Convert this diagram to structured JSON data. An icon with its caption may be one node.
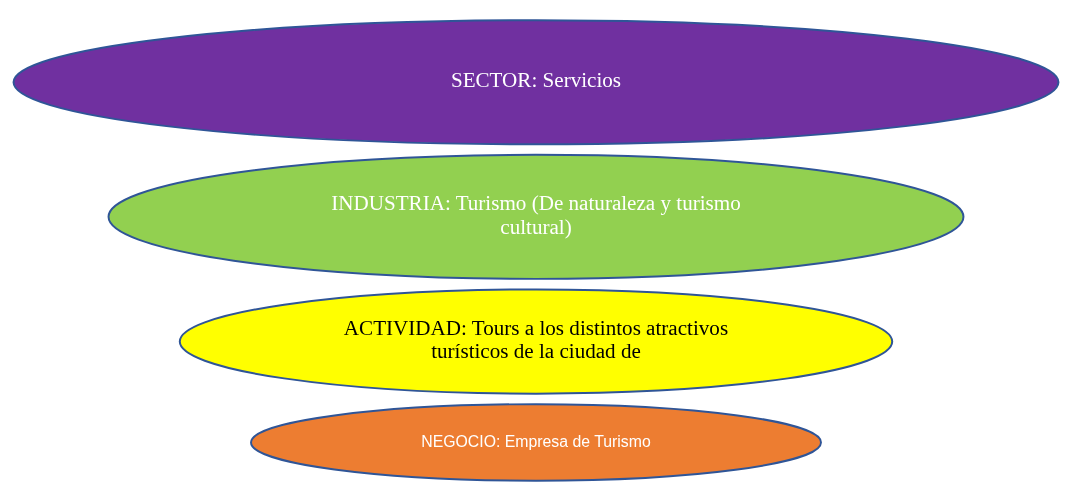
{
  "diagram": {
    "nodes": [
      {
        "text": [
          "SECTOR: Servicios"
        ]
      },
      {
        "text": [
          "INDUSTRIA: Turismo (De naturaleza y turismo cultural)"
        ]
      },
      {
        "text": [
          "ACTIVIDAD: Tours a los distintos atractivos turísticos de la ciudad de"
        ]
      },
      {
        "text": [
          "NEGOCIO: Empresa de Turismo"
        ]
      }
    ]
  }
}
